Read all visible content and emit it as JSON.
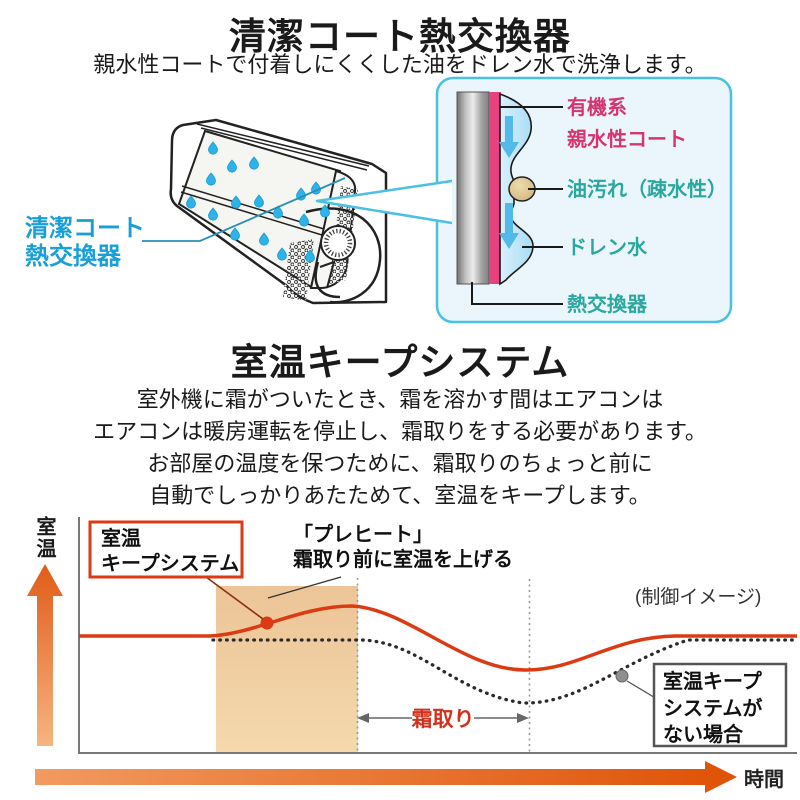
{
  "colors": {
    "accent_red": "#dc3a12",
    "pink": "#d6356f",
    "pink_strip": "#e8417f",
    "teal": "#2aa79e",
    "cyan_blue": "#189fd8",
    "callout_border": "#4ac0e2",
    "callout_bg": "#eaf6fb",
    "defrost_red": "#d2301a",
    "drop_cyan": "#2eb2e8",
    "flow_cyan": "#53b9e8"
  },
  "section1": {
    "title": "清潔コート熱交換器",
    "subtitle": "親水性コートで付着しにくくした油をドレン水で洗浄します。",
    "unit_label": {
      "line1": "清潔コート",
      "line2": "熱交換器"
    },
    "callout": {
      "labels": {
        "organic": "有機系",
        "coat": "親水性コート",
        "oil": "油汚れ（疎水性）",
        "drain": "ドレン水",
        "exchanger": "熱交換器"
      }
    }
  },
  "section2": {
    "title": "室温キープシステム",
    "description_lines": [
      "室外機に霜がついたとき、霜を溶かす間はエアコンは",
      "エアコンは暖房運転を停止し、霜取りをする必要があります。",
      "お部屋の温度を保つために、霜取りのちょっと前に",
      "自動でしっかりあたためて、室温をキープします。"
    ]
  },
  "chart_data": {
    "type": "line",
    "title": "",
    "xlabel": "時間",
    "ylabel": "室温",
    "axes_note": "qualitative axes (no numeric ticks); x normalized 0-100, y in relative temperature units",
    "grid": false,
    "legend_position": "none",
    "series": [
      {
        "name": "室温キープシステム",
        "style": "solid",
        "color": "#dc3a12",
        "x": [
          0,
          19,
          26,
          38,
          48,
          62,
          75,
          100
        ],
        "y": [
          0,
          0,
          0.4,
          1.0,
          0.2,
          -1.2,
          -0.1,
          0
        ]
      },
      {
        "name": "室温キープシステムがない場合",
        "style": "dotted",
        "color": "#2b2b2b",
        "x": [
          0,
          19,
          40,
          52,
          64,
          78,
          100
        ],
        "y": [
          0,
          0,
          -0.4,
          -2.2,
          -2.3,
          -0.5,
          0
        ]
      }
    ],
    "regions": [
      {
        "label": "プレヒート",
        "x_start": 19,
        "x_end": 39,
        "color": "#f0cc9e"
      }
    ],
    "events": [
      {
        "label": "霜取り",
        "x_start": 39,
        "x_end": 63
      }
    ],
    "annotations": {
      "keep_box_line1": "室温",
      "keep_box_line2": "キープシステム",
      "preheat_line1": "「プレヒート」",
      "preheat_line2": "霜取り前に室温を上げる",
      "control_note": "(制御イメージ)",
      "defrost": "霜取り",
      "no_system_line1": "室温キープ",
      "no_system_line2": "システムが",
      "no_system_line3": "ない場合"
    }
  }
}
